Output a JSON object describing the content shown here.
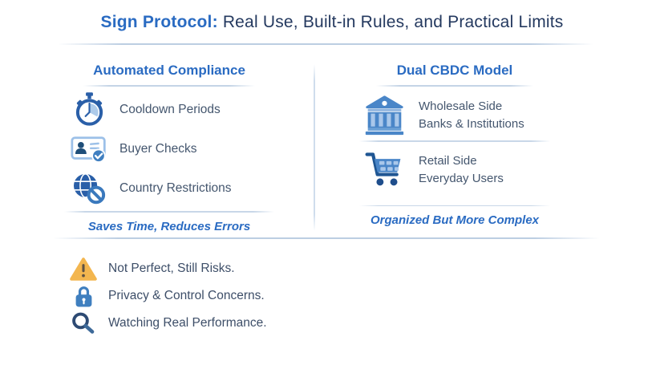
{
  "title": {
    "highlight": "Sign Protocol:",
    "rest": " Real Use, Built-in Rules, and Practical Limits"
  },
  "left_column": {
    "header": "Automated Compliance",
    "items": [
      {
        "icon": "stopwatch-icon",
        "label": "Cooldown Periods"
      },
      {
        "icon": "id-card-check-icon",
        "label": "Buyer Checks"
      },
      {
        "icon": "globe-restriction-icon",
        "label": "Country Restrictions"
      }
    ],
    "footer": "Saves Time, Reduces Errors"
  },
  "right_column": {
    "header": "Dual CBDC Model",
    "items": [
      {
        "icon": "bank-icon",
        "title": "Wholesale Side",
        "subtitle": "Banks & Institutions"
      },
      {
        "icon": "shopping-cart-icon",
        "title": "Retail Side",
        "subtitle": "Everyday Users"
      }
    ],
    "footer": "Organized But More Complex"
  },
  "bottom_section": {
    "items": [
      {
        "icon": "warning-icon",
        "label": "Not Perfect, Still Risks."
      },
      {
        "icon": "lock-icon",
        "label": "Privacy & Control Concerns."
      },
      {
        "icon": "magnifier-icon",
        "label": "Watching Real Performance."
      }
    ]
  },
  "colors": {
    "accent_blue": "#2a6bc2",
    "title_navy": "#24395f",
    "body_text": "#44566e",
    "icon_dark_blue": "#2a5fa8",
    "icon_medium_blue": "#4a86c8",
    "icon_light_blue": "#a9c7ea",
    "warning_amber": "#f3b64f"
  }
}
